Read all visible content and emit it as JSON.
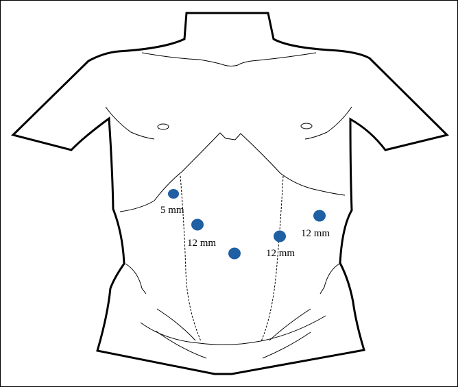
{
  "colors": {
    "outline": "#000000",
    "port_fill": "#1f5fa3",
    "background": "#ffffff"
  },
  "ports": [
    {
      "id": "port-5mm",
      "label": "5 mm"
    },
    {
      "id": "port-12mm-left",
      "label": "12 mm"
    },
    {
      "id": "port-12mm-center",
      "label": ""
    },
    {
      "id": "port-12mm-right",
      "label": "12 mm"
    },
    {
      "id": "port-12mm-far-right",
      "label": "12 mm"
    }
  ]
}
